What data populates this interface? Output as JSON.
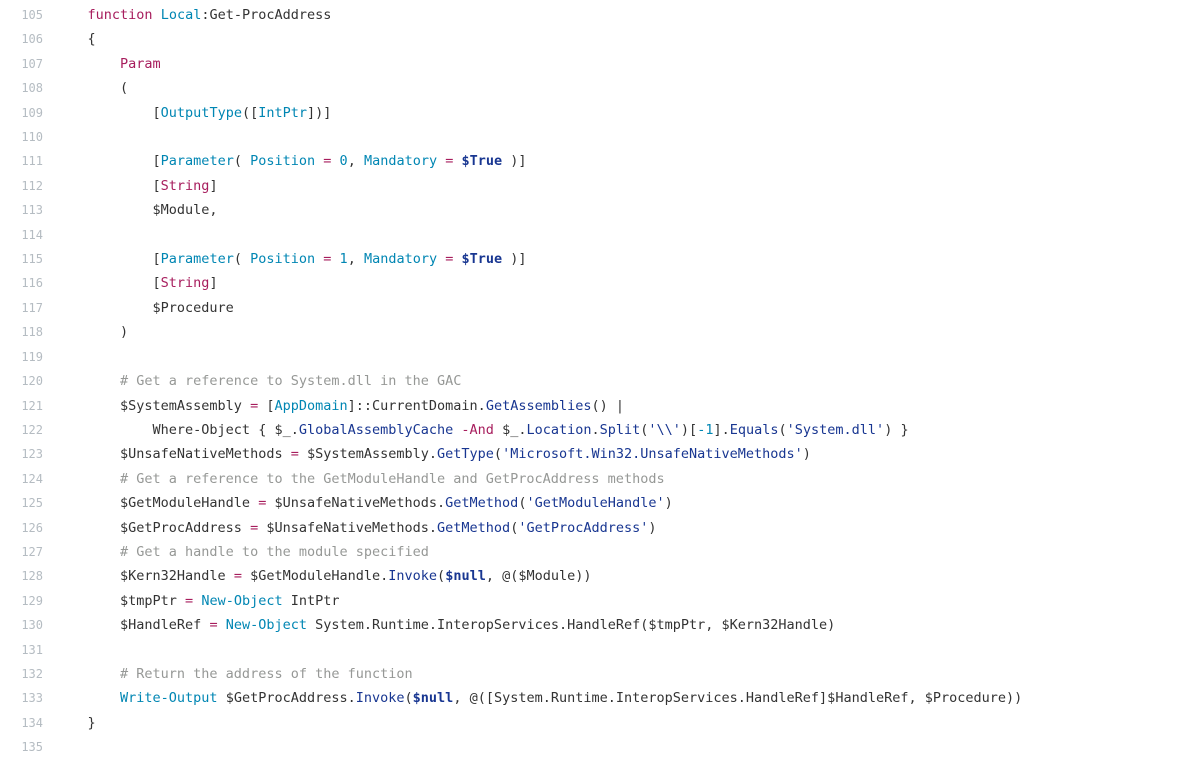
{
  "viewer": {
    "colors": {
      "bg": "#ffffff",
      "line_number": "#b5bcc2",
      "plain": "#333333",
      "keyword": "#a71d5d",
      "constant": "#0086b3",
      "string": "#183691",
      "comment": "#969896"
    },
    "lines": [
      {
        "n": 105,
        "segs": [
          [
            "p",
            "    "
          ],
          [
            "k",
            "function"
          ],
          [
            "p",
            " "
          ],
          [
            "c",
            "Local"
          ],
          [
            "p",
            ":Get-ProcAddress"
          ]
        ]
      },
      {
        "n": 106,
        "segs": [
          [
            "p",
            "    {"
          ]
        ]
      },
      {
        "n": 107,
        "segs": [
          [
            "p",
            "        "
          ],
          [
            "k",
            "Param"
          ]
        ]
      },
      {
        "n": 108,
        "segs": [
          [
            "p",
            "        ("
          ]
        ]
      },
      {
        "n": 109,
        "segs": [
          [
            "p",
            "            ["
          ],
          [
            "c",
            "OutputType"
          ],
          [
            "p",
            "(["
          ],
          [
            "c",
            "IntPtr"
          ],
          [
            "p",
            "])]"
          ]
        ]
      },
      {
        "n": 110,
        "segs": []
      },
      {
        "n": 111,
        "segs": [
          [
            "p",
            "            ["
          ],
          [
            "c",
            "Parameter"
          ],
          [
            "p",
            "( "
          ],
          [
            "c",
            "Position"
          ],
          [
            "p",
            " "
          ],
          [
            "k",
            "="
          ],
          [
            "p",
            " "
          ],
          [
            "c",
            "0"
          ],
          [
            "p",
            ", "
          ],
          [
            "c",
            "Mandatory"
          ],
          [
            "p",
            " "
          ],
          [
            "k",
            "="
          ],
          [
            "p",
            " "
          ],
          [
            "nb",
            "$True"
          ],
          [
            "p",
            " )]"
          ]
        ]
      },
      {
        "n": 112,
        "segs": [
          [
            "p",
            "            ["
          ],
          [
            "k",
            "String"
          ],
          [
            "p",
            "]"
          ]
        ]
      },
      {
        "n": 113,
        "segs": [
          [
            "p",
            "            $Module,"
          ]
        ]
      },
      {
        "n": 114,
        "segs": []
      },
      {
        "n": 115,
        "segs": [
          [
            "p",
            "            ["
          ],
          [
            "c",
            "Parameter"
          ],
          [
            "p",
            "( "
          ],
          [
            "c",
            "Position"
          ],
          [
            "p",
            " "
          ],
          [
            "k",
            "="
          ],
          [
            "p",
            " "
          ],
          [
            "c",
            "1"
          ],
          [
            "p",
            ", "
          ],
          [
            "c",
            "Mandatory"
          ],
          [
            "p",
            " "
          ],
          [
            "k",
            "="
          ],
          [
            "p",
            " "
          ],
          [
            "nb",
            "$True"
          ],
          [
            "p",
            " )]"
          ]
        ]
      },
      {
        "n": 116,
        "segs": [
          [
            "p",
            "            ["
          ],
          [
            "k",
            "String"
          ],
          [
            "p",
            "]"
          ]
        ]
      },
      {
        "n": 117,
        "segs": [
          [
            "p",
            "            $Procedure"
          ]
        ]
      },
      {
        "n": 118,
        "segs": [
          [
            "p",
            "        )"
          ]
        ]
      },
      {
        "n": 119,
        "segs": []
      },
      {
        "n": 120,
        "segs": [
          [
            "cm",
            "        # Get a reference to System.dll in the GAC"
          ]
        ]
      },
      {
        "n": 121,
        "segs": [
          [
            "p",
            "        $SystemAssembly "
          ],
          [
            "k",
            "="
          ],
          [
            "p",
            " ["
          ],
          [
            "c",
            "AppDomain"
          ],
          [
            "p",
            "]::CurrentDomain."
          ],
          [
            "s",
            "GetAssemblies"
          ],
          [
            "p",
            "() |"
          ]
        ]
      },
      {
        "n": 122,
        "segs": [
          [
            "p",
            "            Where-Object { $_."
          ],
          [
            "s",
            "GlobalAssemblyCache"
          ],
          [
            "p",
            " "
          ],
          [
            "k",
            "-And"
          ],
          [
            "p",
            " $_."
          ],
          [
            "s",
            "Location"
          ],
          [
            "p",
            "."
          ],
          [
            "s",
            "Split"
          ],
          [
            "p",
            "("
          ],
          [
            "s",
            "'\\\\'"
          ],
          [
            "p",
            ")["
          ],
          [
            "c",
            "-1"
          ],
          [
            "p",
            "]."
          ],
          [
            "s",
            "Equals"
          ],
          [
            "p",
            "("
          ],
          [
            "s",
            "'System.dll'"
          ],
          [
            "p",
            ") }"
          ]
        ]
      },
      {
        "n": 123,
        "segs": [
          [
            "p",
            "        $UnsafeNativeMethods "
          ],
          [
            "k",
            "="
          ],
          [
            "p",
            " $SystemAssembly."
          ],
          [
            "s",
            "GetType"
          ],
          [
            "p",
            "("
          ],
          [
            "s",
            "'Microsoft.Win32.UnsafeNativeMethods'"
          ],
          [
            "p",
            ")"
          ]
        ]
      },
      {
        "n": 124,
        "segs": [
          [
            "cm",
            "        # Get a reference to the GetModuleHandle and GetProcAddress methods"
          ]
        ]
      },
      {
        "n": 125,
        "segs": [
          [
            "p",
            "        $GetModuleHandle "
          ],
          [
            "k",
            "="
          ],
          [
            "p",
            " $UnsafeNativeMethods."
          ],
          [
            "s",
            "GetMethod"
          ],
          [
            "p",
            "("
          ],
          [
            "s",
            "'GetModuleHandle'"
          ],
          [
            "p",
            ")"
          ]
        ]
      },
      {
        "n": 126,
        "segs": [
          [
            "p",
            "        $GetProcAddress "
          ],
          [
            "k",
            "="
          ],
          [
            "p",
            " $UnsafeNativeMethods."
          ],
          [
            "s",
            "GetMethod"
          ],
          [
            "p",
            "("
          ],
          [
            "s",
            "'GetProcAddress'"
          ],
          [
            "p",
            ")"
          ]
        ]
      },
      {
        "n": 127,
        "segs": [
          [
            "cm",
            "        # Get a handle to the module specified"
          ]
        ]
      },
      {
        "n": 128,
        "segs": [
          [
            "p",
            "        $Kern32Handle "
          ],
          [
            "k",
            "="
          ],
          [
            "p",
            " $GetModuleHandle."
          ],
          [
            "s",
            "Invoke"
          ],
          [
            "p",
            "("
          ],
          [
            "nb",
            "$null"
          ],
          [
            "p",
            ", @($Module))"
          ]
        ]
      },
      {
        "n": 129,
        "segs": [
          [
            "p",
            "        $tmpPtr "
          ],
          [
            "k",
            "="
          ],
          [
            "p",
            " "
          ],
          [
            "c",
            "New-Object"
          ],
          [
            "p",
            " IntPtr"
          ]
        ]
      },
      {
        "n": 130,
        "segs": [
          [
            "p",
            "        $HandleRef "
          ],
          [
            "k",
            "="
          ],
          [
            "p",
            " "
          ],
          [
            "c",
            "New-Object"
          ],
          [
            "p",
            " System.Runtime.InteropServices.HandleRef($tmpPtr, $Kern32Handle)"
          ]
        ]
      },
      {
        "n": 131,
        "segs": []
      },
      {
        "n": 132,
        "segs": [
          [
            "cm",
            "        # Return the address of the function"
          ]
        ]
      },
      {
        "n": 133,
        "segs": [
          [
            "p",
            "        "
          ],
          [
            "c",
            "Write-Output"
          ],
          [
            "p",
            " $GetProcAddress."
          ],
          [
            "s",
            "Invoke"
          ],
          [
            "p",
            "("
          ],
          [
            "nb",
            "$null"
          ],
          [
            "p",
            ", @([System.Runtime.InteropServices.HandleRef]$HandleRef, $Procedure))"
          ]
        ]
      },
      {
        "n": 134,
        "segs": [
          [
            "p",
            "    }"
          ]
        ]
      },
      {
        "n": 135,
        "segs": []
      }
    ]
  }
}
